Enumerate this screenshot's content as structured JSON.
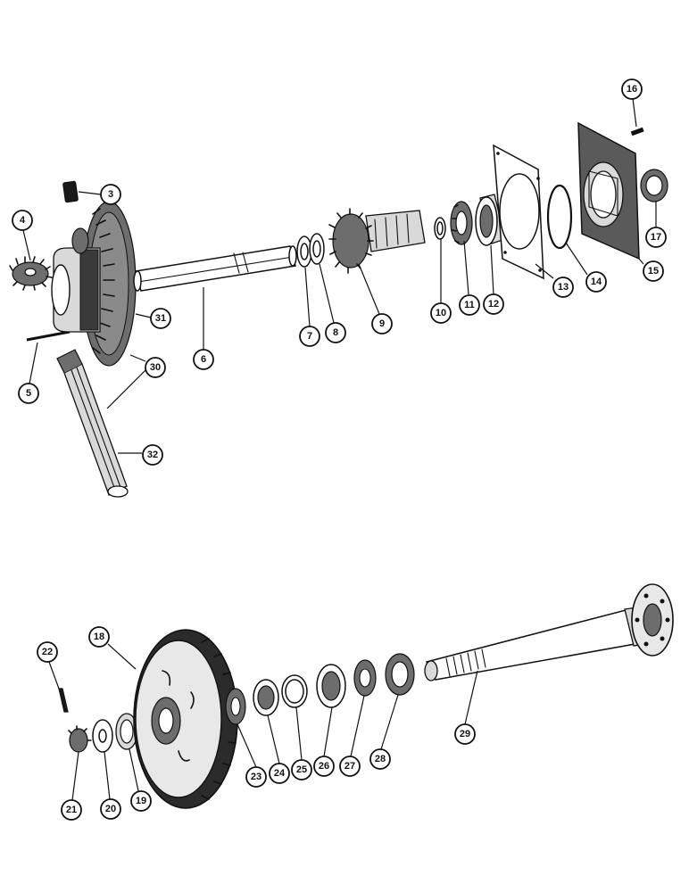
{
  "callouts": {
    "c3": "3",
    "c4": "4",
    "c5": "5",
    "c6": "6",
    "c7": "7",
    "c8": "8",
    "c9": "9",
    "c10": "10",
    "c11": "11",
    "c12": "12",
    "c13": "13",
    "c14": "14",
    "c15": "15",
    "c16": "16",
    "c17": "17",
    "c18": "18",
    "c19": "19",
    "c20": "20",
    "c21": "21",
    "c22": "22",
    "c23": "23",
    "c24": "24",
    "c25": "25",
    "c26": "26",
    "c27": "27",
    "c28": "28",
    "c29": "29",
    "c30": "30",
    "c31": "31",
    "c32": "32"
  },
  "colors": {
    "ink": "#111111",
    "paper": "#ffffff",
    "shade": "#6d6d6d"
  }
}
